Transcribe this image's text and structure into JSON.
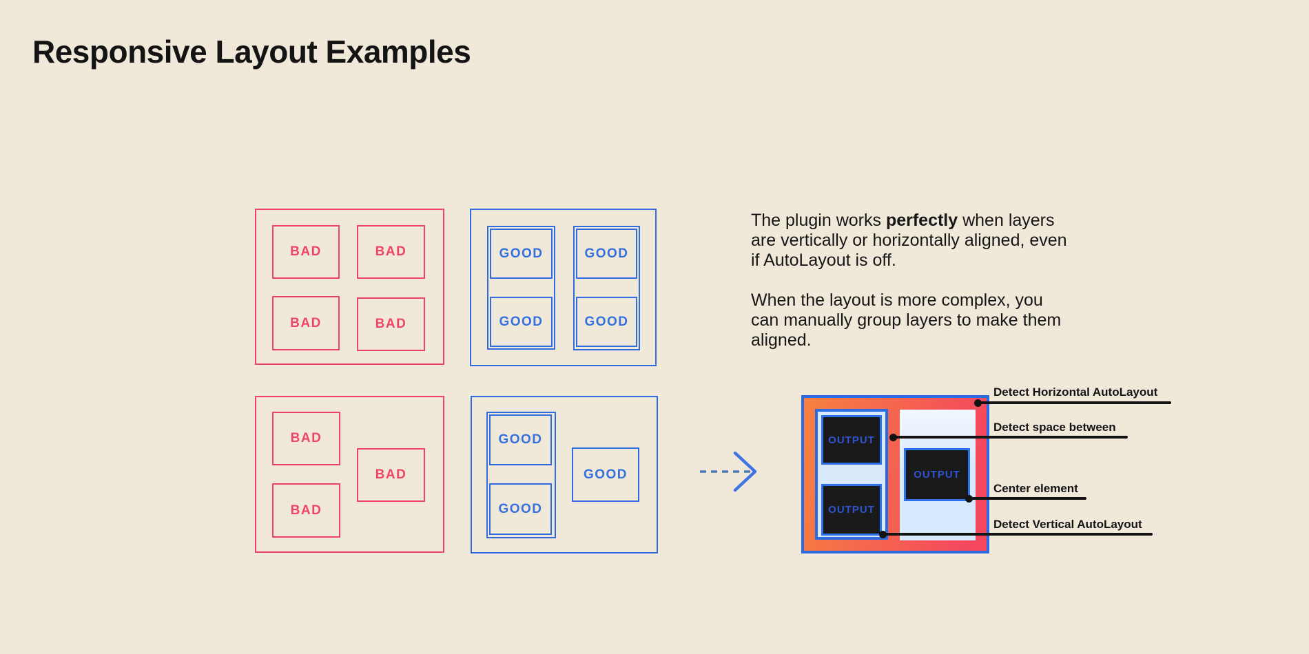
{
  "page": {
    "title": "Responsive Layout Examples"
  },
  "labels": {
    "bad": "BAD",
    "good": "GOOD",
    "output": "OUTPUT"
  },
  "description": {
    "p1_pre": "The plugin works ",
    "p1_bold": "perfectly",
    "p1_post": " when layers are vertically or horizontally aligned, even if AutoLayout is off.",
    "p2": "When the layout is more complex, you can manually group layers to make them aligned."
  },
  "annotations": {
    "horizontal": "Detect Horizontal AutoLayout",
    "space_between": "Detect space between",
    "center": "Center element",
    "vertical": "Detect Vertical AutoLayout"
  },
  "colors": {
    "background": "#f0e9d9",
    "red": "#ee4465",
    "blue": "#2e6cdf",
    "light_blue": "#d9e9fc",
    "dark_box": "#1a1a1a",
    "output_gradient_start": "#f68140",
    "output_gradient_end": "#f4475e",
    "annotation_ink": "#131313"
  }
}
